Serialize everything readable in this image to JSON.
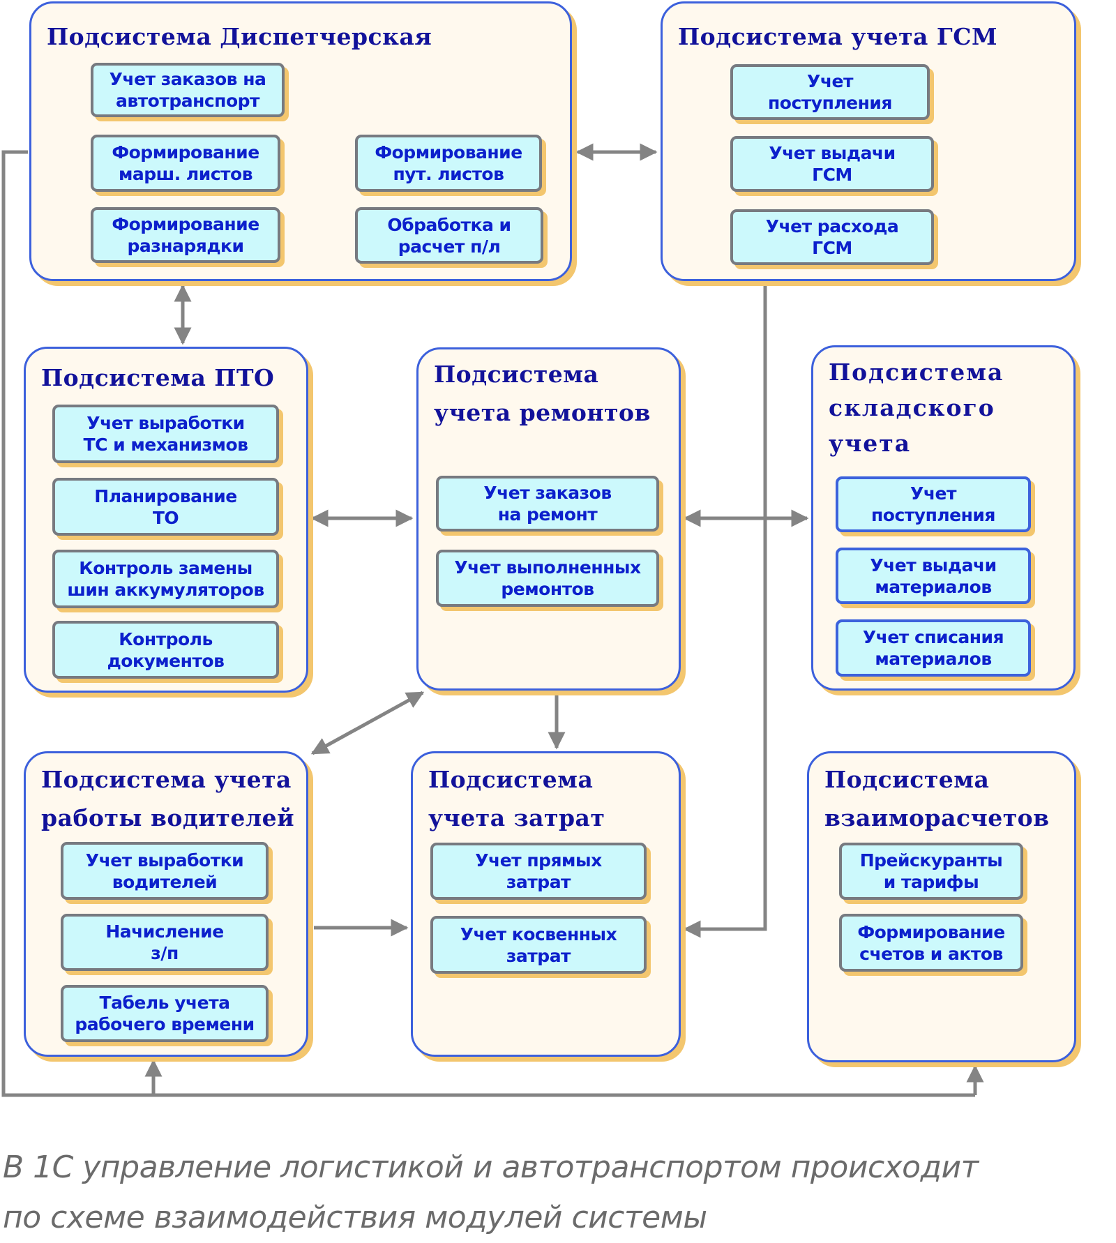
{
  "colors": {
    "subsystem_border": "#3c60dc",
    "subsystem_fill": "#fff9ee",
    "shadow": "#f3c66e",
    "module_fill": "#ccf9fc",
    "module_border": "#777a80",
    "title_text": "#12129a",
    "module_text": "#0c20cc",
    "connector_gray": "#848484",
    "connector_blue": "#1766c0"
  },
  "subsystems": {
    "dispatch": {
      "title": "Подсистема Диспетчерская",
      "modules": [
        "Учет заказов на\nавтотранспорт",
        "Формирование\nмарш. листов",
        "Формирование\nразнарядки",
        "Формирование\nпут. листов",
        "Обработка и\nрасчет п/л"
      ]
    },
    "fuel": {
      "title": "Подсистема учета ГСМ",
      "modules": [
        "Учет\nпоступления",
        "Учет выдачи\nГСМ",
        "Учет расхода\nГСМ"
      ]
    },
    "pto": {
      "title": "Подсистема ПТО",
      "modules": [
        "Учет выработки\nТС и механизмов",
        "Планирование\nТО",
        "Контроль замены\nшин аккумуляторов",
        "Контроль\nдокументов"
      ]
    },
    "repairs": {
      "title": "Подсистема\nучета ремонтов",
      "modules": [
        "Учет заказов\nна ремонт",
        "Учет выполненных\nремонтов"
      ]
    },
    "warehouse": {
      "title": "Подсистема\nскладского\nучета",
      "modules": [
        "Учет\nпоступления",
        "Учет выдачи\nматериалов",
        "Учет списания\nматериалов"
      ]
    },
    "drivers": {
      "title": "Подсистема учета\nработы водителей",
      "modules": [
        "Учет выработки\nводителей",
        "Начисление\nз/п",
        "Табель учета\nрабочего времени"
      ]
    },
    "costs": {
      "title": "Подсистема\nучета затрат",
      "modules": [
        "Учет прямых\nзатрат",
        "Учет косвенных\nзатрат"
      ]
    },
    "settlements": {
      "title": "Подсистема\nвзаиморасчетов",
      "modules": [
        "Прейскуранты\nи тарифы",
        "Формирование\nсчетов и актов"
      ]
    }
  },
  "caption": {
    "line1": "В 1С управление логистикой и автотранспортом происходит",
    "line2": "по схеме взаимодействия модулей системы"
  }
}
